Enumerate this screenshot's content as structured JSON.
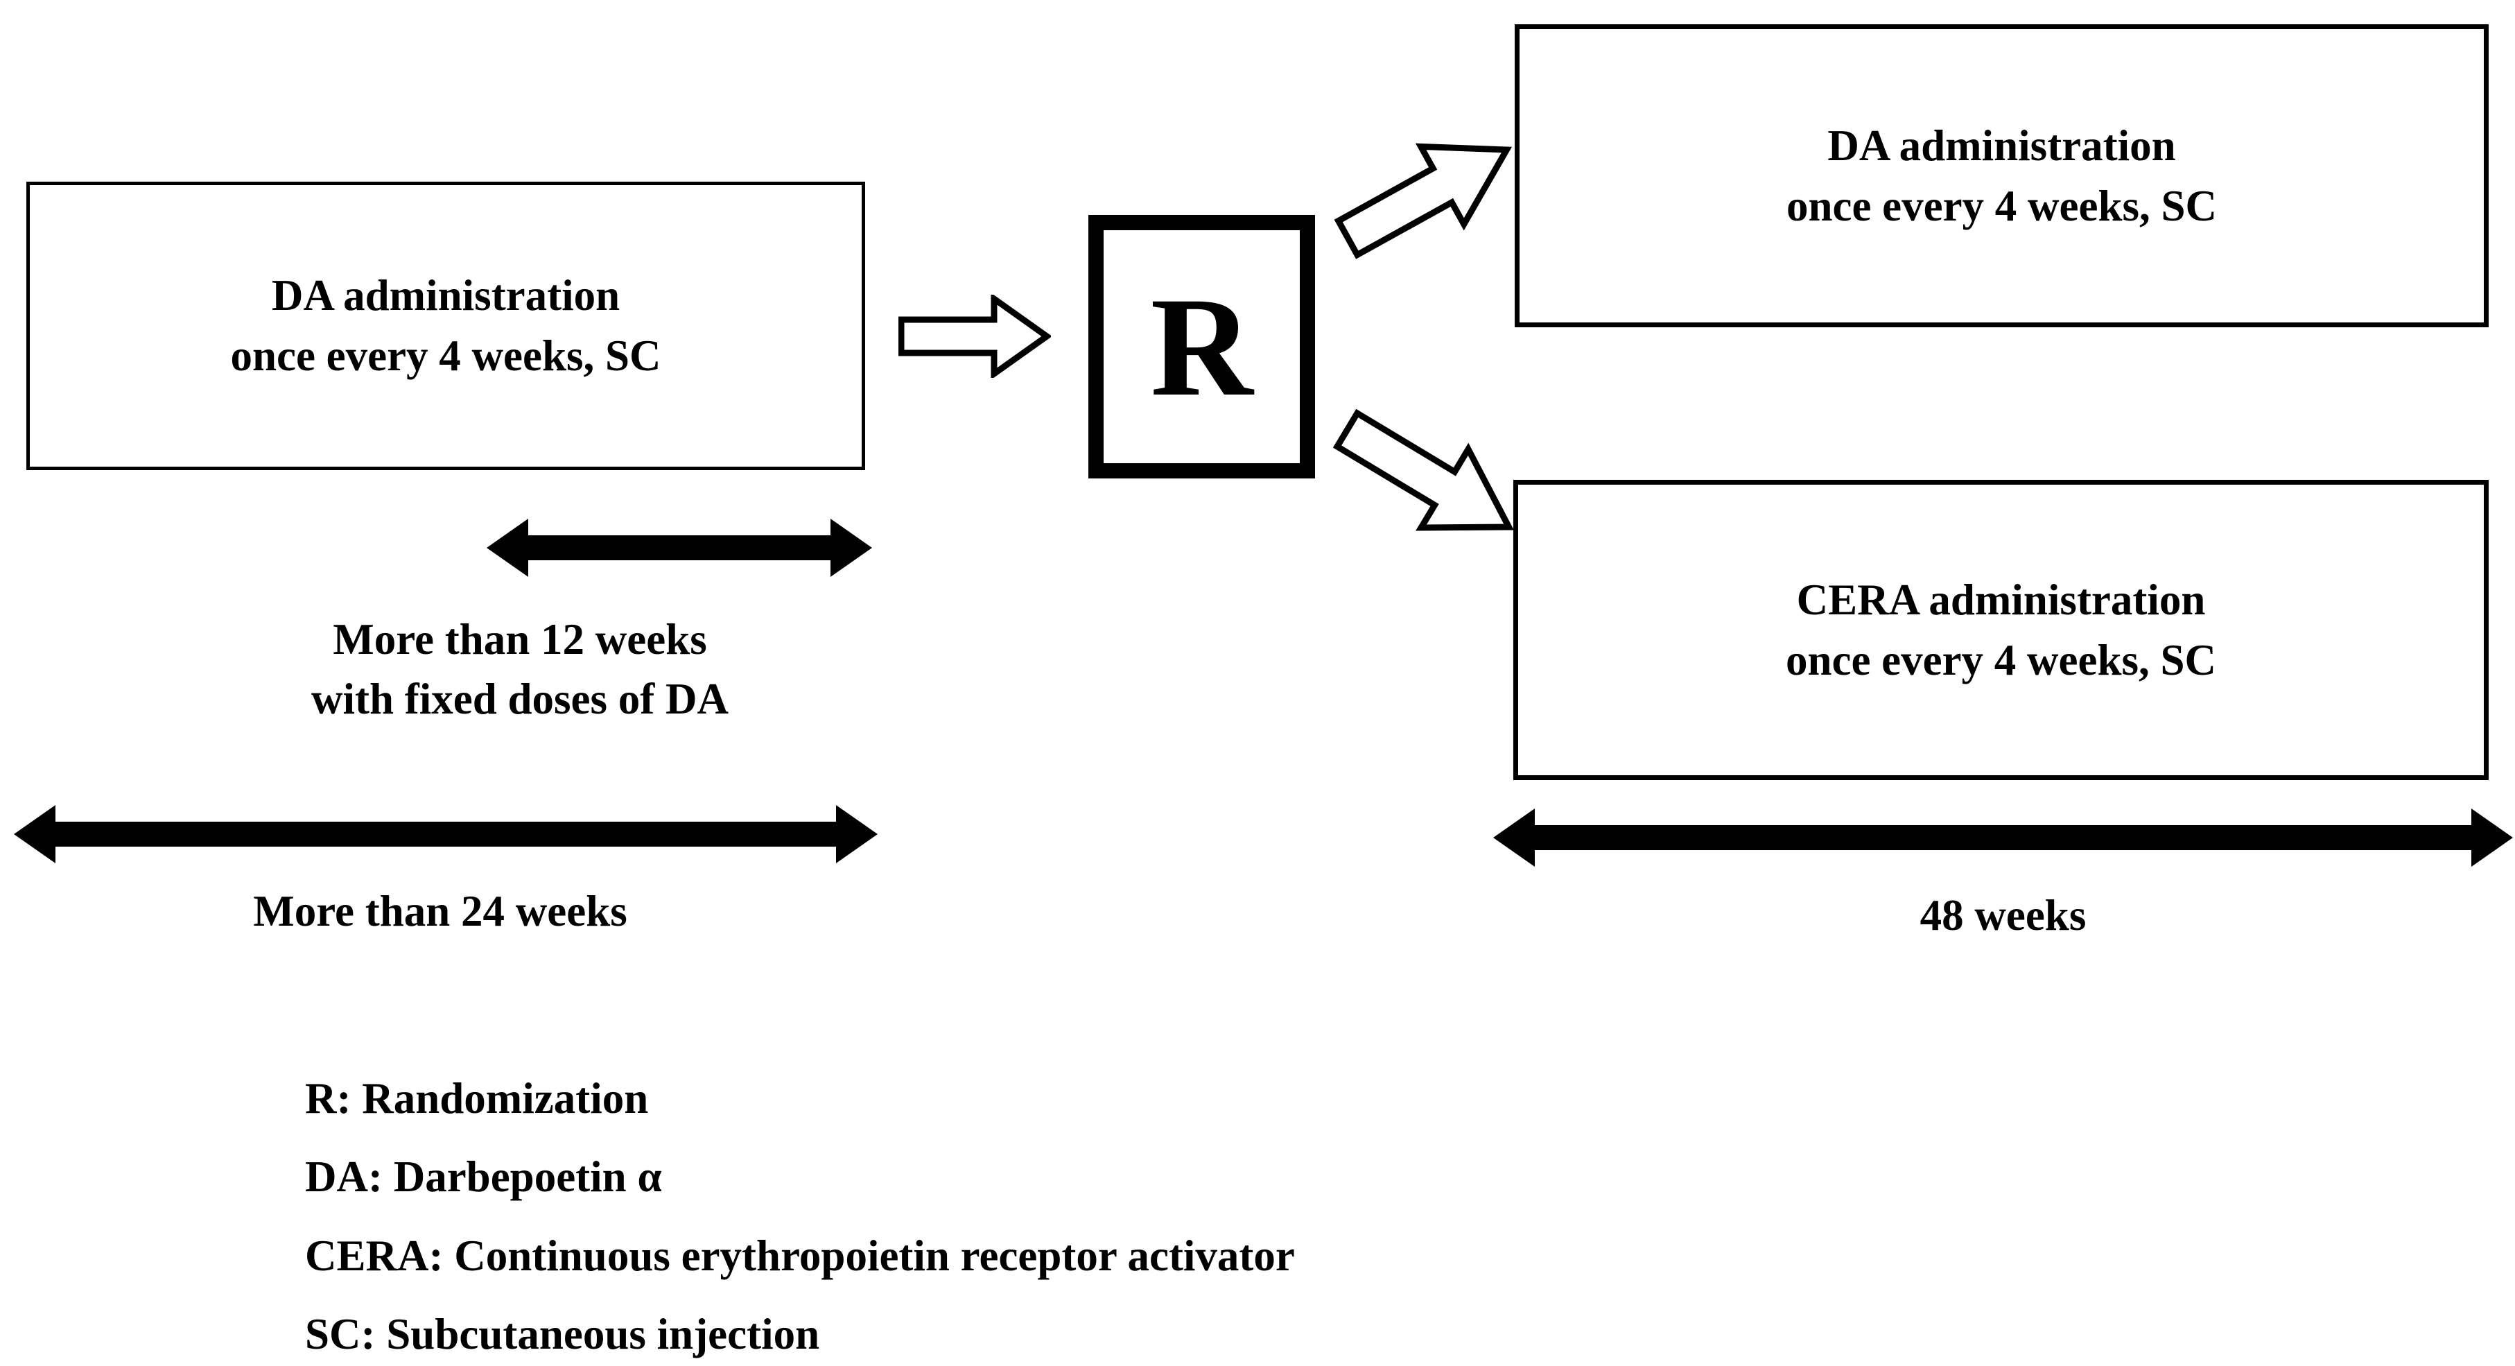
{
  "diagram": {
    "title": "Clinical trial study design flow diagram",
    "colors": {
      "ink": "#000000",
      "paper": "#ffffff"
    },
    "baseline_box": {
      "line1": "DA administration",
      "line2": "once every 4 weeks, SC"
    },
    "randomization_node": {
      "label": "R"
    },
    "arm_da_box": {
      "line1": "DA administration",
      "line2": "once every 4 weeks, SC"
    },
    "arm_cera_box": {
      "line1": "CERA administration",
      "line2": "once every 4 weeks, SC"
    },
    "durations": {
      "run_in_fixed_dose": {
        "line1": "More than 12 weeks",
        "line2": "with fixed doses of DA"
      },
      "screening_total": {
        "label": "More than 24 weeks"
      },
      "treatment_period": {
        "label": "48 weeks"
      }
    },
    "connectors": {
      "to_randomization": "right-block-arrow-icon",
      "to_arm_da": "up-right-block-arrow-icon",
      "to_arm_cera": "down-right-block-arrow-icon",
      "duration_12w": "double-headed-arrow-icon",
      "duration_24w": "double-headed-arrow-icon",
      "duration_48w": "double-headed-arrow-icon"
    },
    "legend": [
      "R: Randomization",
      "DA: Darbepoetin α",
      "CERA: Continuous erythropoietin receptor activator",
      "SC: Subcutaneous injection"
    ]
  }
}
